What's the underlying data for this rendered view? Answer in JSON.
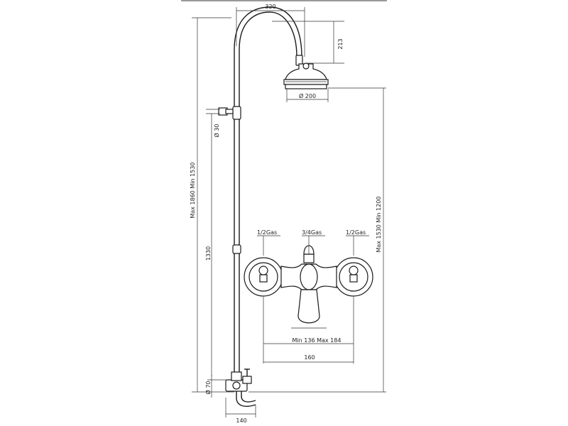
{
  "dimensions": {
    "arm_reach": "320",
    "head_drop": "213",
    "head_diameter": "Ø 200",
    "bracket_diameter": "Ø 30",
    "column_height": "Max 1860  Min 1530",
    "body_height": "1330",
    "spout_diameter": "Ø 70",
    "spout_reach": "140",
    "head_height": "Max 1530  Min 1200",
    "left_inlet": "1/2Gas",
    "center_outlet": "3/4Gas",
    "right_inlet": "1/2Gas",
    "inlet_span": "Min 136    Max 184",
    "center_span": "160"
  },
  "colors": {
    "line": "#1a1a1a",
    "background": "#ffffff"
  }
}
